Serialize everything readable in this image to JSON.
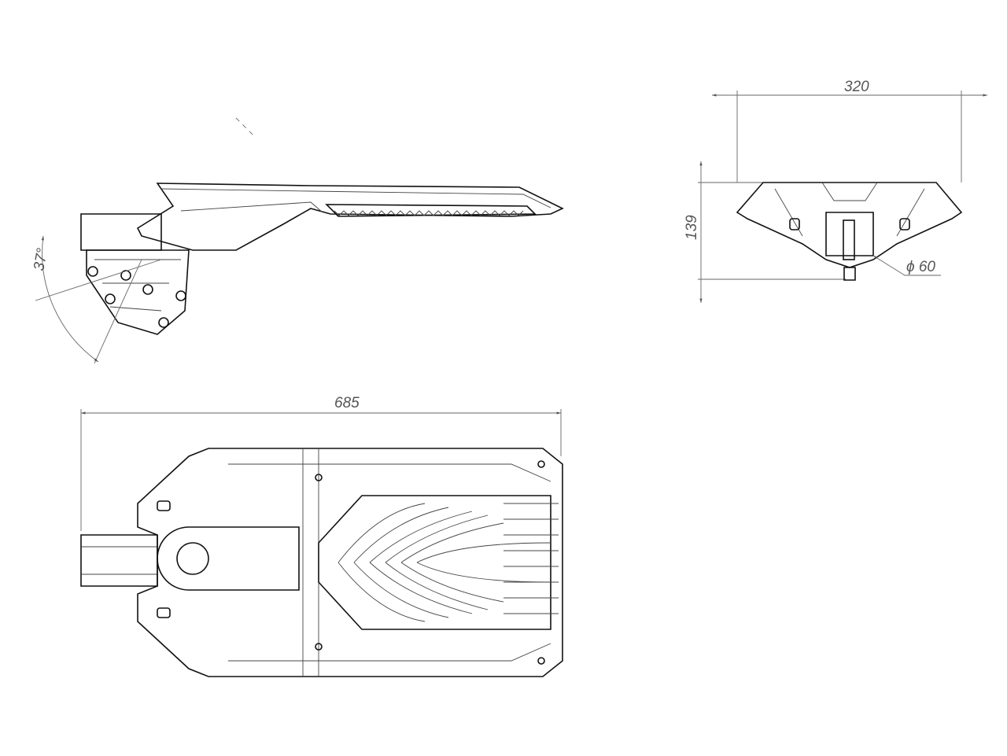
{
  "dimensions": {
    "width_front": "320",
    "height_front": "139",
    "mount_diameter": "ϕ 60",
    "length_top": "685",
    "tilt_angle": "37°"
  },
  "colors": {
    "line": "#111111",
    "dimension": "#666666"
  }
}
